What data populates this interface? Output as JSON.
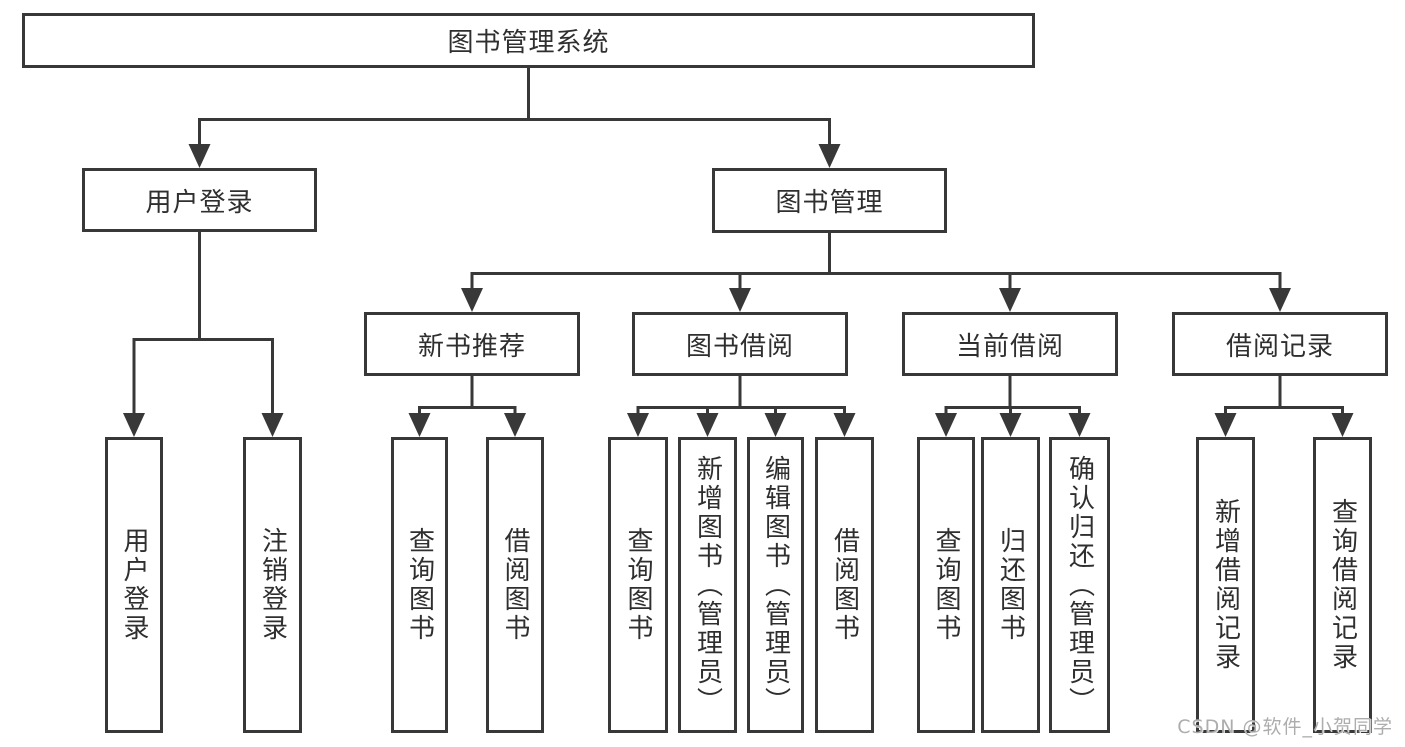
{
  "tree": {
    "root": {
      "label": "图书管理系统",
      "children": [
        {
          "label": "用户登录",
          "children": [
            {
              "label": "用户登录"
            },
            {
              "label": "注销登录"
            }
          ]
        },
        {
          "label": "图书管理",
          "children": [
            {
              "label": "新书推荐",
              "children": [
                {
                  "label": "查询图书"
                },
                {
                  "label": "借阅图书"
                }
              ]
            },
            {
              "label": "图书借阅",
              "children": [
                {
                  "label": "查询图书"
                },
                {
                  "label": "新增图书（管理员）"
                },
                {
                  "label": "编辑图书（管理员）"
                },
                {
                  "label": "借阅图书"
                }
              ]
            },
            {
              "label": "当前借阅",
              "children": [
                {
                  "label": "查询图书"
                },
                {
                  "label": "归还图书"
                },
                {
                  "label": "确认归还（管理员）"
                }
              ]
            },
            {
              "label": "借阅记录",
              "children": [
                {
                  "label": "新增借阅记录"
                },
                {
                  "label": "查询借阅记录"
                }
              ]
            }
          ]
        }
      ]
    }
  },
  "watermark": {
    "text": "CSDN @软件_小贺同学"
  },
  "colors": {
    "line": "#383838",
    "box_border": "#383838",
    "text": "#2f2f2f",
    "watermark": "#adadad",
    "background": "#ffffff"
  }
}
